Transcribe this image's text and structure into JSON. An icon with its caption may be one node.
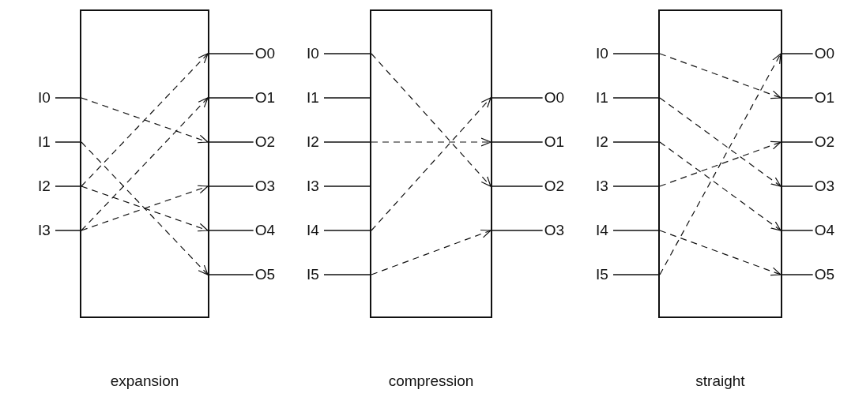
{
  "diagram": {
    "nodes": [
      {
        "text": [
          "I0"
        ]
      },
      {
        "text": [
          "I1"
        ]
      },
      {
        "text": [
          "I2"
        ]
      },
      {
        "text": [
          "I3"
        ]
      },
      {
        "text": [
          "O0"
        ]
      },
      {
        "text": [
          "O1"
        ]
      },
      {
        "text": [
          "O2"
        ]
      },
      {
        "text": [
          "O3"
        ]
      },
      {
        "text": [
          "O4"
        ]
      },
      {
        "text": [
          "O5"
        ]
      },
      {
        "text": [
          "I0"
        ]
      },
      {
        "text": [
          "I1"
        ]
      },
      {
        "text": [
          "I2"
        ]
      },
      {
        "text": [
          "I3"
        ]
      },
      {
        "text": [
          "I4"
        ]
      },
      {
        "text": [
          "I5"
        ]
      },
      {
        "text": [
          "O0"
        ]
      },
      {
        "text": [
          "O1"
        ]
      },
      {
        "text": [
          "O2"
        ]
      },
      {
        "text": [
          "O3"
        ]
      },
      {
        "text": [
          "I0"
        ]
      },
      {
        "text": [
          "I1"
        ]
      },
      {
        "text": [
          "I2"
        ]
      },
      {
        "text": [
          "I3"
        ]
      },
      {
        "text": [
          "I4"
        ]
      },
      {
        "text": [
          "I5"
        ]
      },
      {
        "text": [
          "O0"
        ]
      },
      {
        "text": [
          "O1"
        ]
      },
      {
        "text": [
          "O2"
        ]
      },
      {
        "text": [
          "O3"
        ]
      },
      {
        "text": [
          "O4"
        ]
      },
      {
        "text": [
          "O5"
        ]
      }
    ],
    "edges": [
      {
        "from": 0,
        "to": 6,
        "arrow": "to",
        "style": "dashed"
      },
      {
        "from": 1,
        "to": 9,
        "arrow": "to",
        "style": "dashed"
      },
      {
        "from": 2,
        "to": 4,
        "arrow": "to",
        "style": "dashed"
      },
      {
        "from": 2,
        "to": 8,
        "arrow": "to",
        "style": "dashed"
      },
      {
        "from": 3,
        "to": 5,
        "arrow": "to",
        "style": "dashed"
      },
      {
        "from": 3,
        "to": 7,
        "arrow": "to",
        "style": "dashed"
      },
      {
        "from": 10,
        "to": 18,
        "arrow": "to",
        "style": "dashed"
      },
      {
        "from": 12,
        "to": 17,
        "arrow": "to",
        "style": "dashed"
      },
      {
        "from": 14,
        "to": 16,
        "arrow": "to",
        "style": "dashed"
      },
      {
        "from": 15,
        "to": 19,
        "arrow": "to",
        "style": "dashed"
      },
      {
        "from": 20,
        "to": 27,
        "arrow": "to",
        "style": "dashed"
      },
      {
        "from": 21,
        "to": 29,
        "arrow": "to",
        "style": "dashed"
      },
      {
        "from": 22,
        "to": 30,
        "arrow": "to",
        "style": "dashed"
      },
      {
        "from": 23,
        "to": 28,
        "arrow": "to",
        "style": "dashed"
      },
      {
        "from": 24,
        "to": 31,
        "arrow": "to",
        "style": "dashed"
      },
      {
        "from": 25,
        "to": 26,
        "arrow": "to",
        "style": "dashed"
      }
    ],
    "labels": [
      "expansion",
      "compression",
      "straight"
    ]
  }
}
